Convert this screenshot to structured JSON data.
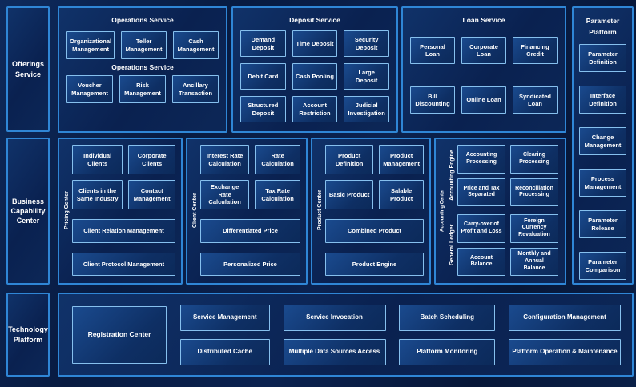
{
  "palette": {
    "page_bg": "#0a1e47",
    "panel_bg": "#0c2757",
    "panel_border": "#2f86d6",
    "node_bg": "#12386f",
    "node_border": "#86c0ee",
    "text": "#ffffff"
  },
  "left_rail": {
    "offerings": "Offerings Service",
    "business": "Business Capability Center",
    "technology": "Technology Platform"
  },
  "operations": {
    "title": "Operations Service",
    "subtitle": "Operations Service",
    "items": [
      "Organizational Management",
      "Teller Management",
      "Cash Management",
      "Voucher Management",
      "Risk Management",
      "Ancillary Transaction"
    ]
  },
  "deposit": {
    "title": "Deposit Service",
    "items": [
      "Demand Deposit",
      "Time Deposit",
      "Security Deposit",
      "Debit Card",
      "Cash Pooling",
      "Large Deposit",
      "Structured Deposit",
      "Account Restriction",
      "Judicial Investigation"
    ]
  },
  "loan": {
    "title": "Loan Service",
    "items": [
      "Personal Loan",
      "Corporate Loan",
      "Financing Credit",
      "Bill Discounting",
      "Online Loan",
      "Syndicated Loan"
    ]
  },
  "parameter_platform": {
    "title": "Parameter Platform",
    "items": [
      "Parameter Definition",
      "Interface Definition",
      "Change Management",
      "Process Management",
      "Parameter Release",
      "Parameter Comparison"
    ]
  },
  "pricing_center": {
    "label": "Pricing Center",
    "small_items": [
      "Individual Clients",
      "Corporate Clients",
      "Clients in the Same Industry",
      "Contact Management"
    ],
    "wide_items": [
      "Client Relation Management",
      "Client Protocol Management"
    ]
  },
  "client_center": {
    "label": "Client Center",
    "small_items": [
      "Interest Rate Calculation",
      "Rate Calculation",
      "Exchange Rate Calculation",
      "Tax Rate Calculation"
    ],
    "wide_items": [
      "Differentiated Price",
      "Personalized Price"
    ]
  },
  "product_center": {
    "label": "Product Center",
    "small_items": [
      "Product Definition",
      "Product Management",
      "Basic Product",
      "Salable Product"
    ],
    "wide_items": [
      "Combined Product",
      "Product Engine"
    ]
  },
  "accounting_center": {
    "outer_label": "Accounting Center",
    "engine_label": "Accounting Engine",
    "ledger_label": "General Ledger",
    "engine_items": [
      "Accounting Processing",
      "Clearing Processing",
      "Price and Tax Separated",
      "Reconciliation Processing"
    ],
    "ledger_items": [
      "Carry-over of Profit and Loss",
      "Foreign Currency Revaluation",
      "Account Balance",
      "Monthly and Annual Balance"
    ]
  },
  "technology": {
    "registration": "Registration Center",
    "columns": [
      [
        "Service Management",
        "Distributed Cache"
      ],
      [
        "Service Invocation",
        "Multiple Data Sources Access"
      ],
      [
        "Batch Scheduling",
        "Platform Monitoring"
      ],
      [
        "Configuration Management",
        "Platform Operation & Maintenance"
      ]
    ]
  }
}
